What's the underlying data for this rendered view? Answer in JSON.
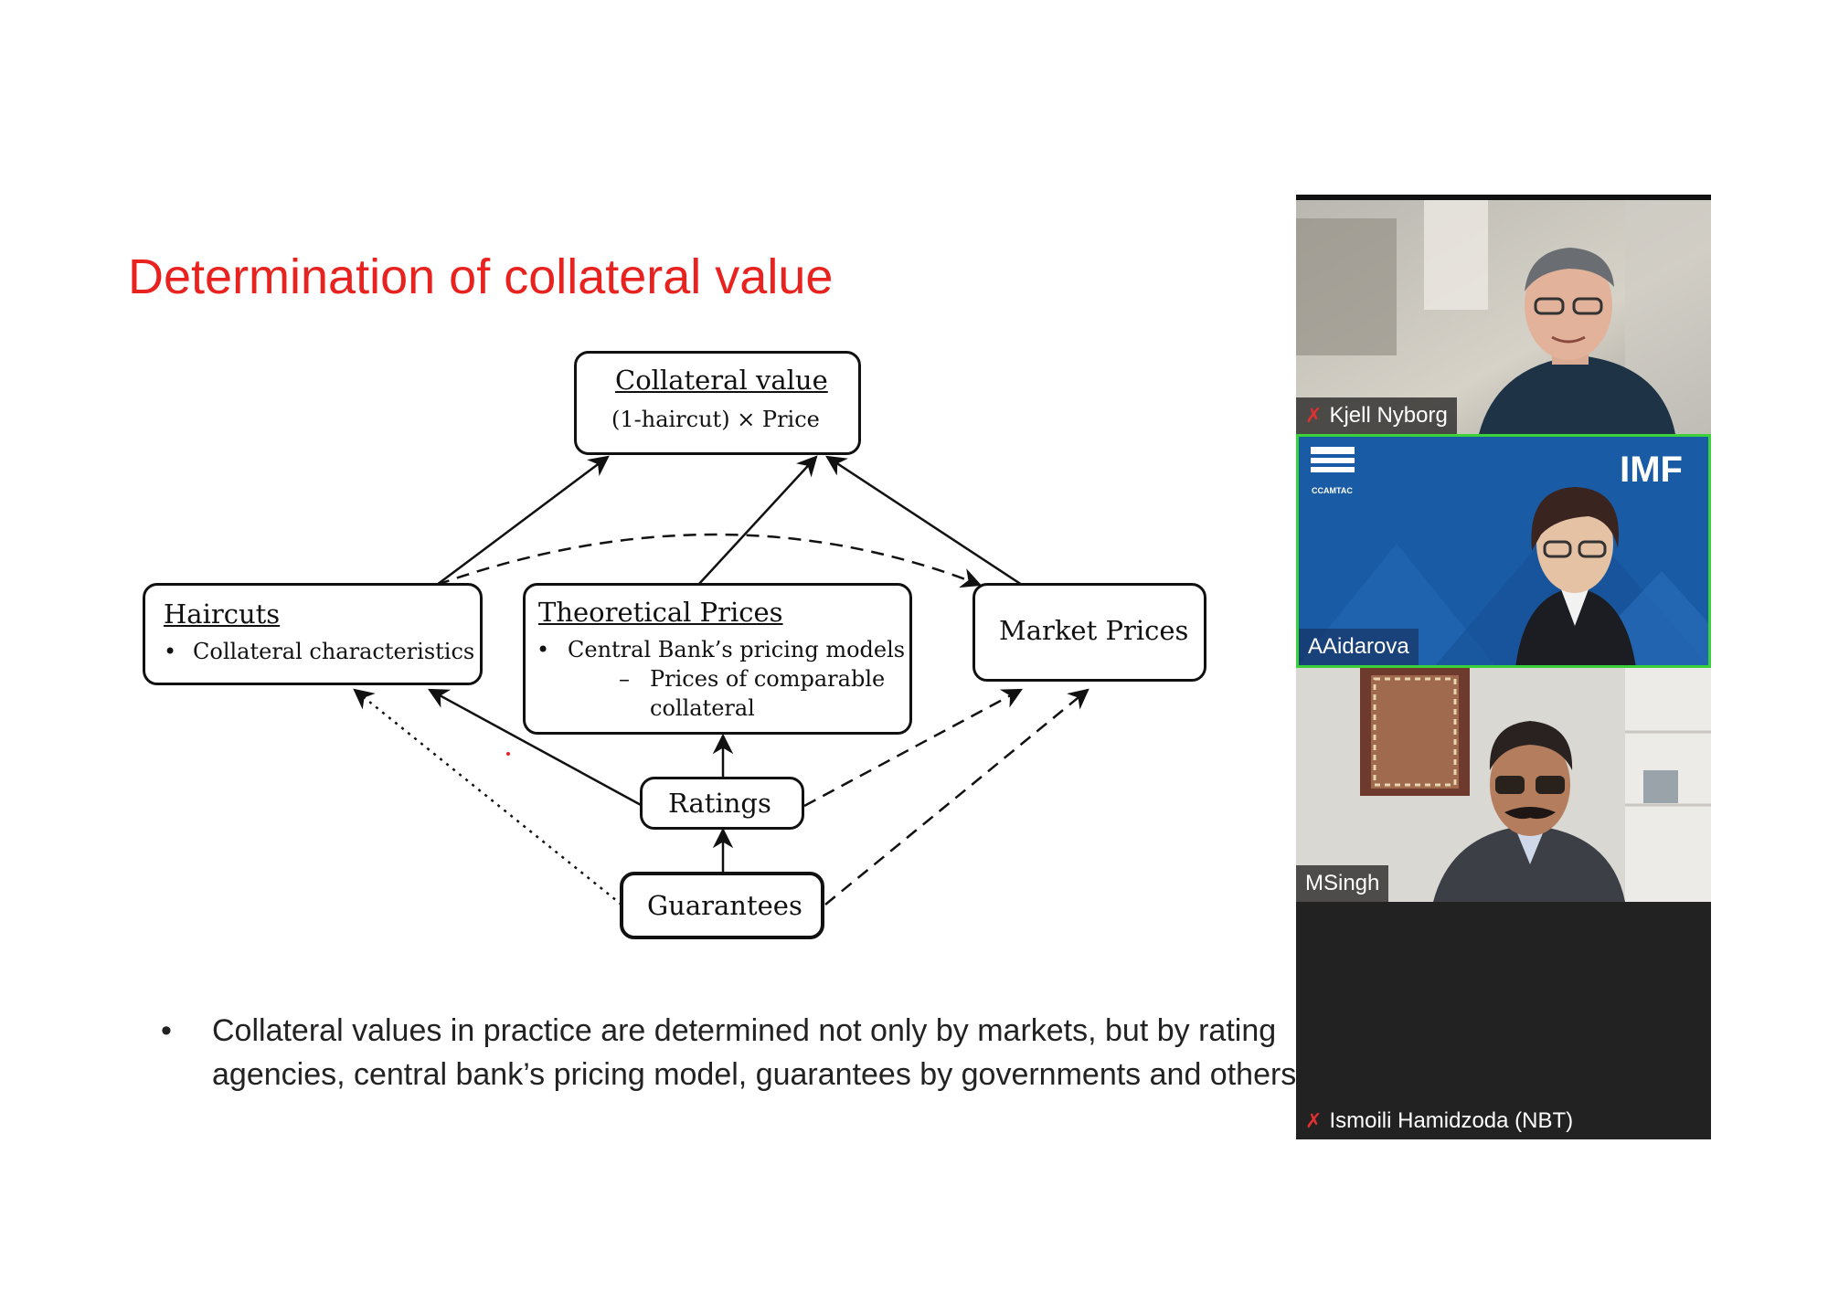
{
  "slide": {
    "title": "Determination of collateral value",
    "bullet": "Collateral values in practice are determined not only by markets, but by rating agencies, central bank’s pricing model, guarantees by governments and others",
    "bullet_marker": "•"
  },
  "diagram": {
    "collateral_value": {
      "title": "Collateral value",
      "formula": "(1-haircut) × Price"
    },
    "haircuts": {
      "title": "Haircuts",
      "bullet": "•",
      "item": "Collateral characteristics"
    },
    "theoretical_prices": {
      "title": "Theoretical Prices",
      "bullet": "•",
      "item": "Central Bank’s pricing models",
      "sub_marker": "–",
      "sub_item_line1": "Prices of comparable",
      "sub_item_line2": "collateral"
    },
    "market_prices": {
      "title": "Market Prices"
    },
    "ratings": {
      "title": "Ratings"
    },
    "guarantees": {
      "title": "Guarantees"
    }
  },
  "video": {
    "participants": [
      {
        "name": "Kjell Nyborg",
        "muted": true
      },
      {
        "name": "AAidarova",
        "muted": false,
        "background_logo": "IMF",
        "background_org": "CCAMTAC"
      },
      {
        "name": "MSingh",
        "muted": false
      },
      {
        "name": "Ismoili Hamidzoda (NBT)",
        "muted": true
      }
    ]
  },
  "colors": {
    "title_red": "#e8231f",
    "imf_blue": "#1a5ba6",
    "active_speaker_green": "#3ad13a",
    "panel_dark": "#222222"
  },
  "icons": {
    "muted": "muted-microphone-icon"
  }
}
